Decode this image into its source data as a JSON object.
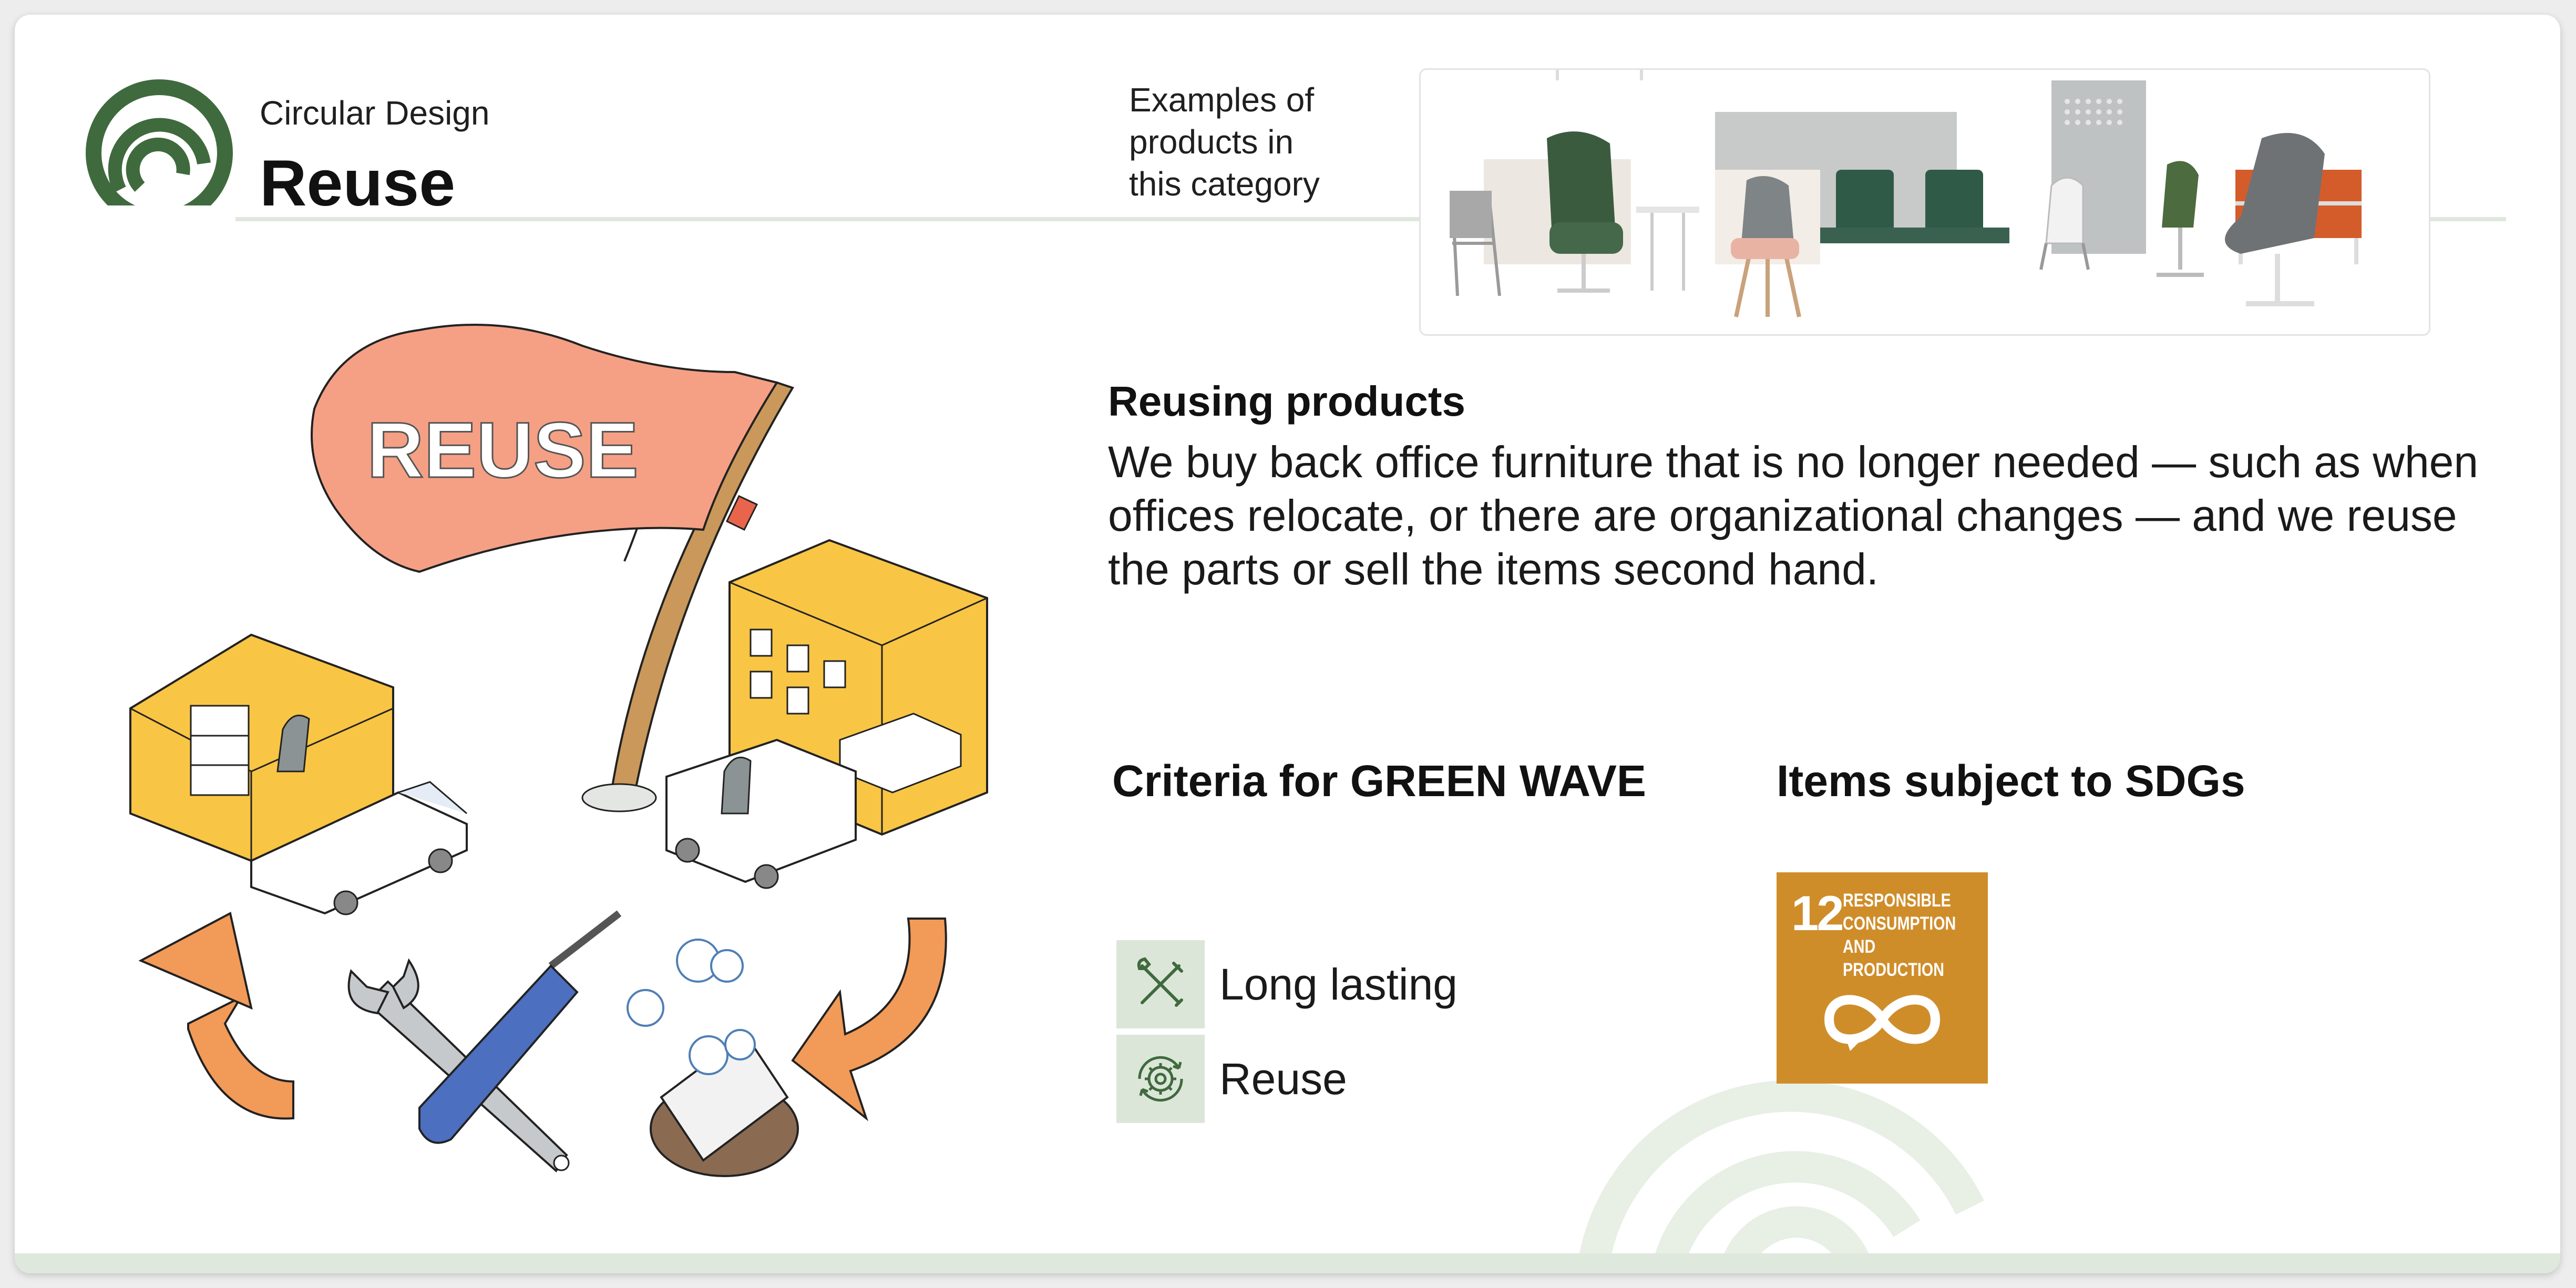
{
  "header": {
    "kicker": "Circular Design",
    "title": "Reuse",
    "logo_icon": "circular-swirl-logo-icon"
  },
  "examples": {
    "label": "Examples of products in this category"
  },
  "illustration": {
    "flag_text": "REUSE"
  },
  "section": {
    "title": "Reusing products",
    "body": "We buy back office furniture that is no longer needed — such as when offices relocate, or there are organizational changes — and we reuse the parts or sell the items second hand."
  },
  "criteria": {
    "heading": "Criteria for GREEN WAVE",
    "items": [
      {
        "label": "Long lasting",
        "icon": "tools-icon"
      },
      {
        "label": "Reuse",
        "icon": "gear-cycle-icon"
      }
    ]
  },
  "sdg": {
    "heading": "Items subject to SDGs",
    "number": "12",
    "text": "RESPONSIBLE\nCONSUMPTION\nAND PRODUCTION",
    "icon": "infinity-icon"
  },
  "colors": {
    "brand_green": "#3f6a3d",
    "light_green": "#dfe8dc",
    "sdg_orange": "#cf8d2a",
    "flag_salmon": "#f5a084",
    "building_yellow": "#f9c544",
    "arrow_orange": "#f29a57"
  }
}
